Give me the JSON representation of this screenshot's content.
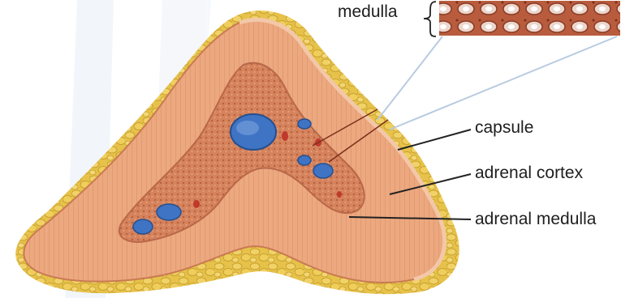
{
  "labels": {
    "medulla_inset": "medulla",
    "capsule": "capsule",
    "adrenal_cortex": "adrenal cortex",
    "adrenal_medulla": "adrenal medulla"
  },
  "colors": {
    "fat": "#e2bf43",
    "cortex": "#eaa57c",
    "medulla": "#d88660",
    "vessel_blue": "#3f73c4",
    "vessel_red": "#c0392b",
    "leader_line": "#222222",
    "callout_line": "#b9cbe0"
  }
}
